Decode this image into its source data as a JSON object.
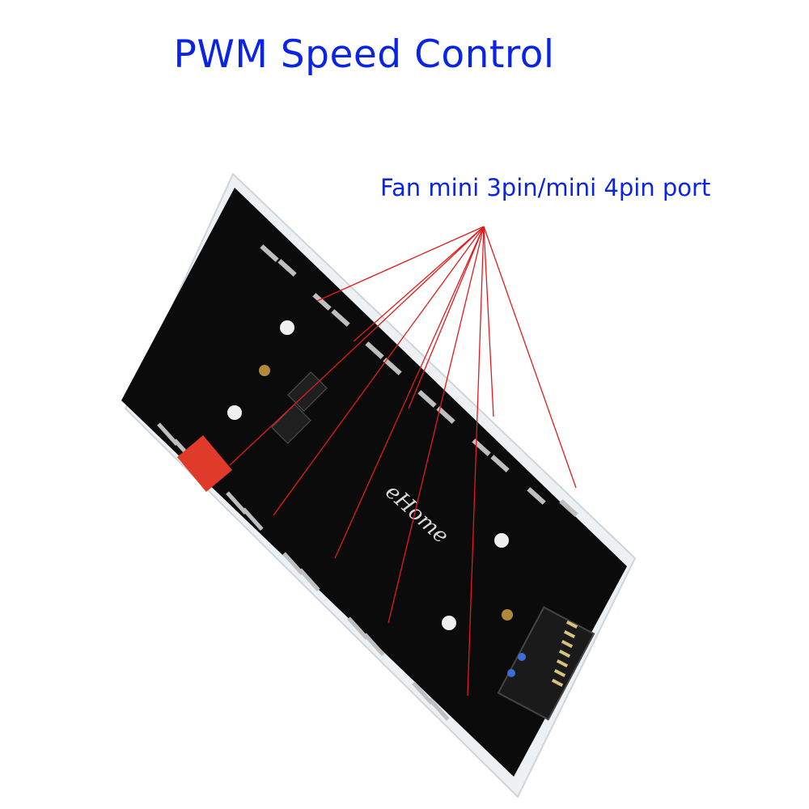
{
  "heading": {
    "text": "PWM Speed Control",
    "color": "#0a24e6"
  },
  "callout": {
    "text": "Fan mini 3pin/mini 4pin port",
    "color": "#0a24e6"
  },
  "board_logo": "eHome",
  "colors": {
    "pcb": "#0b0b0b",
    "acrylic": "#e8ecef",
    "pins": "#d6c27a",
    "connector": "#e03a2a",
    "leader_lines": "#e11b1b"
  }
}
